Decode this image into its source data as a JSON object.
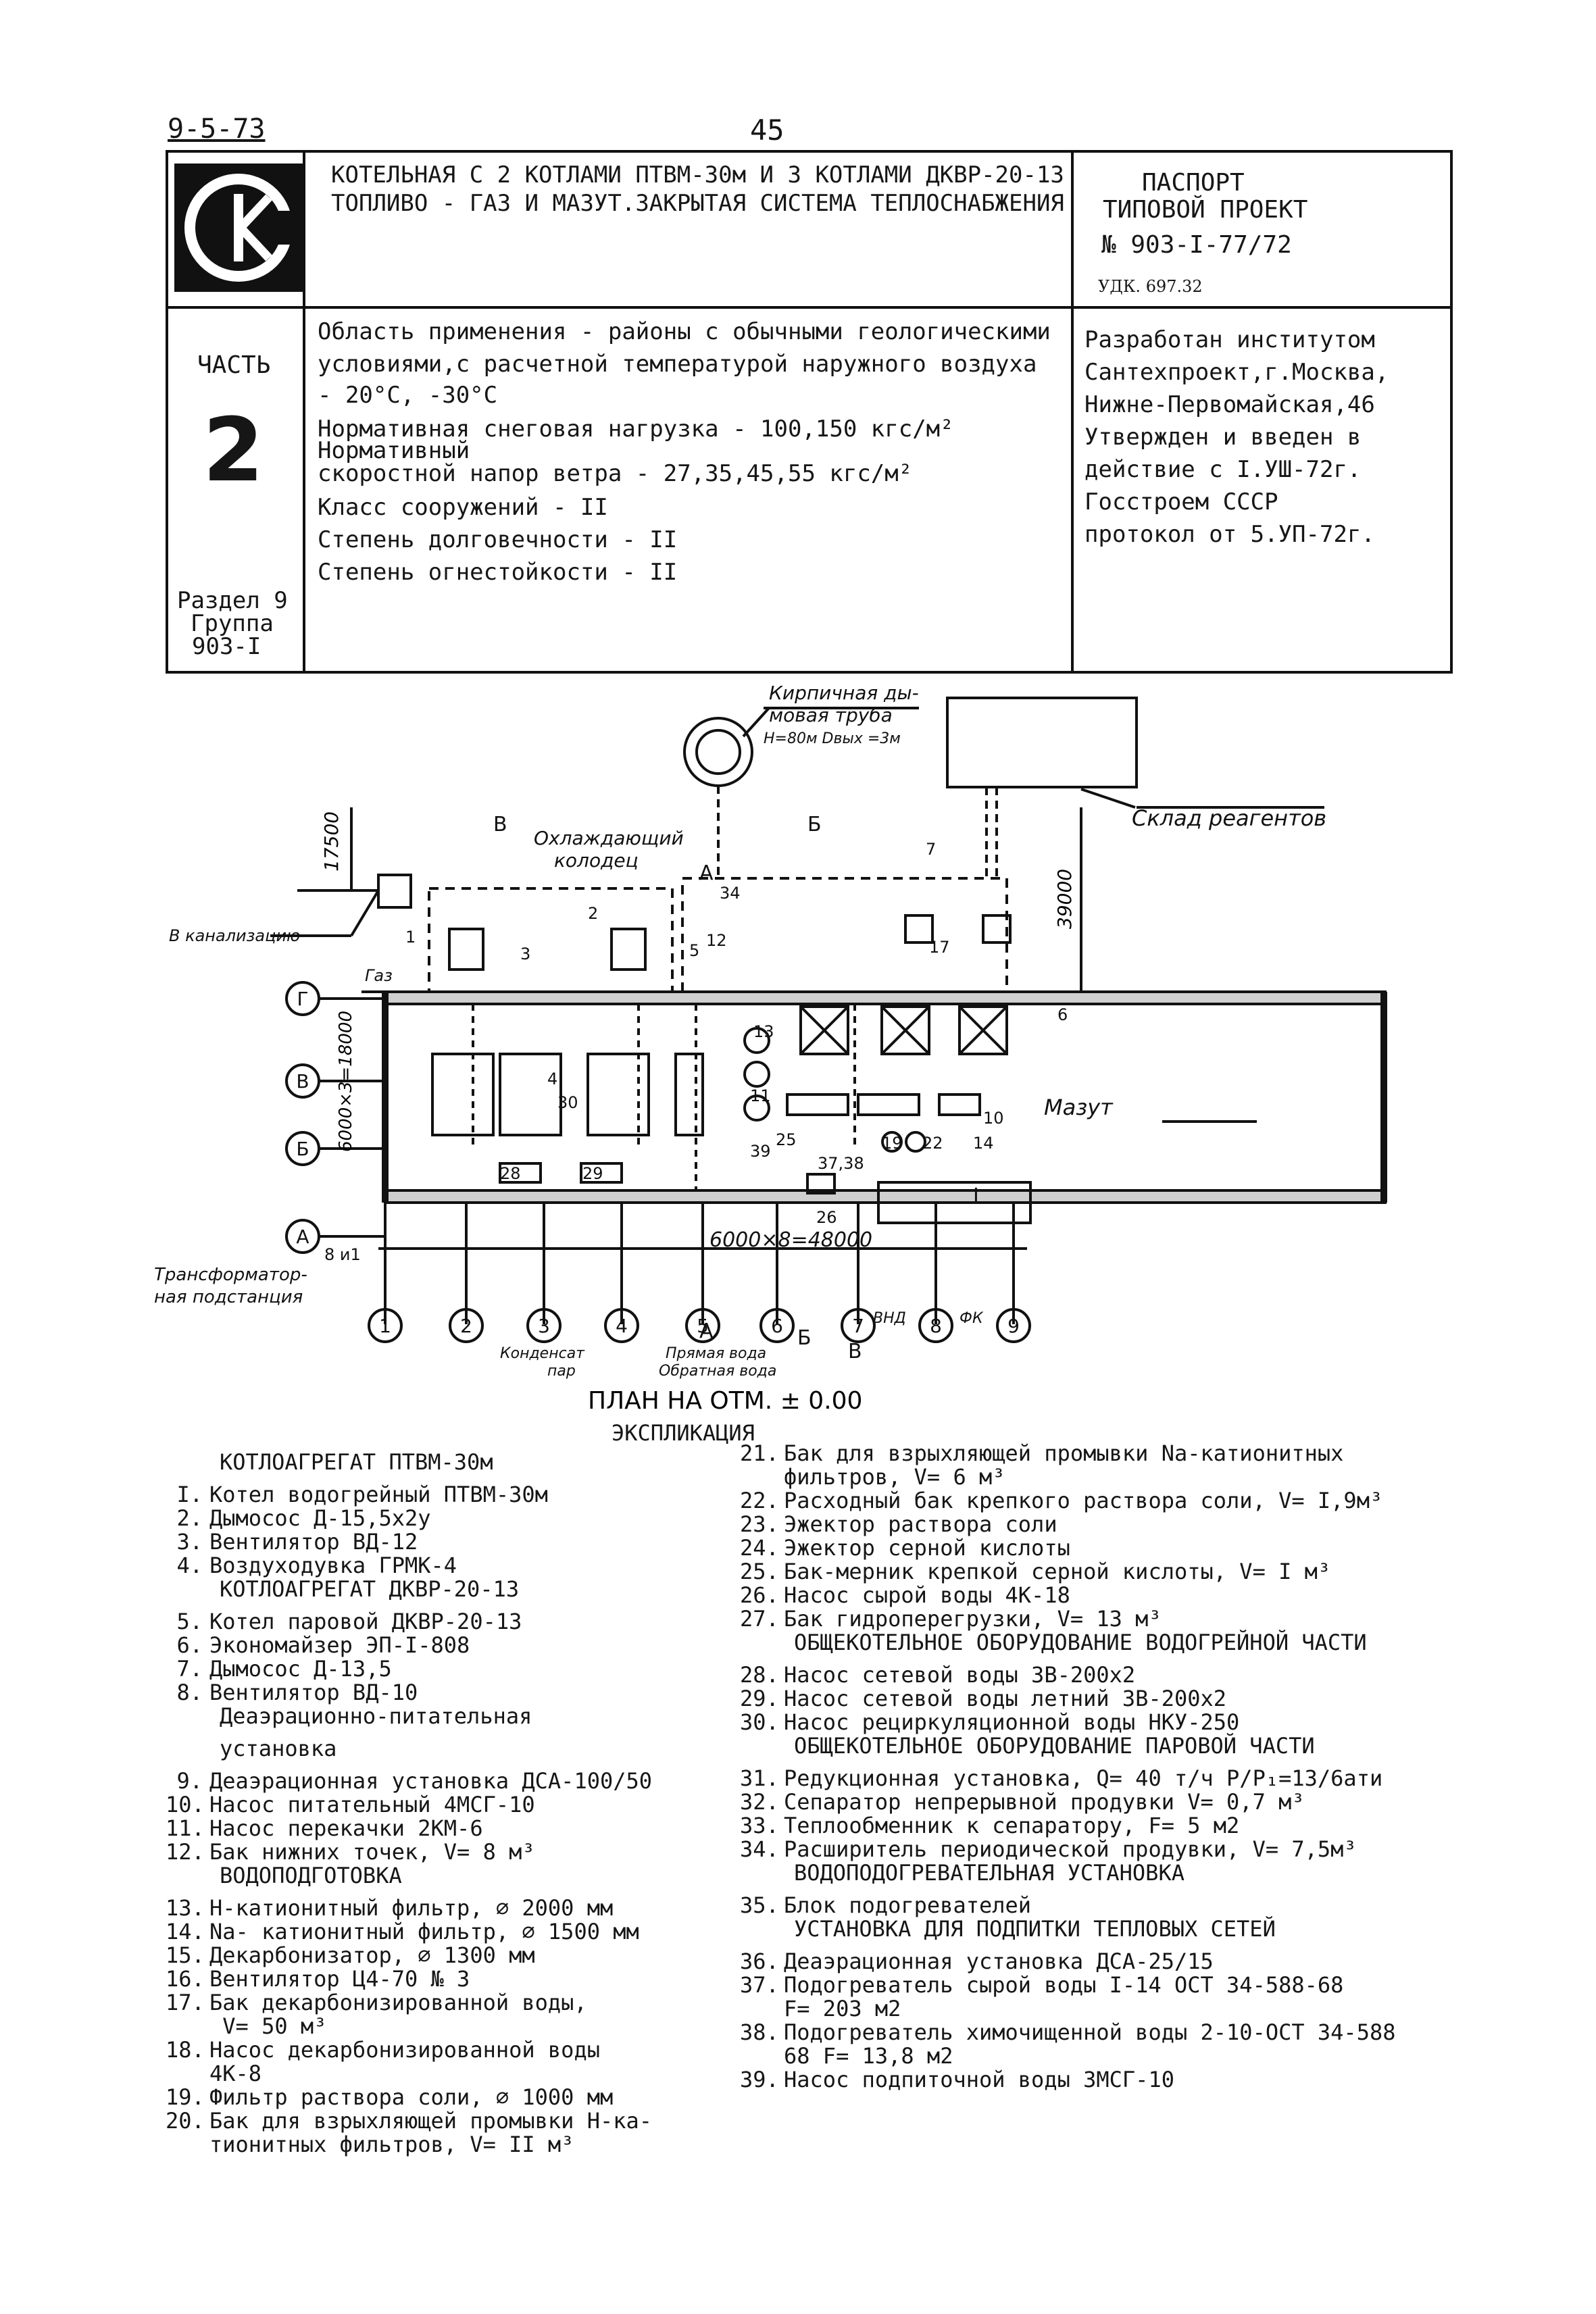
{
  "header": {
    "code": "9-5-73",
    "page": "45",
    "title_line1": "КОТЕЛЬНАЯ С 2 КОТЛАМИ ПТВМ-30м И 3 КОТЛАМИ ДКВР-20-13",
    "title_line2": "ТОПЛИВО - ГАЗ И МАЗУТ.ЗАКРЫТАЯ СИСТЕМА ТЕПЛОСНАБЖЕНИЯ",
    "passport": "ПАСПОРТ",
    "typical_project": "ТИПОВОЙ ПРОЕКТ",
    "project_no": "№ 903-I-77/72",
    "udk": "УДК. 697.32",
    "logo_text": "СК"
  },
  "left_col": {
    "part_label": "ЧАСТЬ",
    "part_number": "2",
    "section": "Раздел 9",
    "group": "Группа",
    "group_no": "903-I"
  },
  "conditions": {
    "l1": "Область применения - районы с обычными геологическими",
    "l2": "условиями,с расчетной температурой наружного воздуха",
    "l3": "- 20°С, -30°С",
    "l4": "Нормативная снеговая нагрузка   - 100,150 кгс/м²",
    "l5": "Нормативный",
    "l6": "скоростной напор ветра - 27,35,45,55 кгс/м²",
    "l7": "Класс сооружений    -  II",
    "l8": "Степень долговечности   -  II",
    "l9": "Степень огнестойкости   -  II"
  },
  "developer": {
    "l1": "Разработан институтом",
    "l2": "Сантехпроект,г.Москва,",
    "l3": "Нижне-Первомайская,46",
    "l4": "Утвержден и введен в",
    "l5": "действие с I.УШ-72г.",
    "l6": "Госстроем СССР",
    "l7": "протокол от 5.УП-72г."
  },
  "plan": {
    "chimney": "Кирпичная ды-",
    "chimney2": "мовая труба",
    "chimney3": "Н=80м Dвых =3м",
    "store": "Склад реагентов",
    "cooling": "Охлаждающий",
    "cooling2": "колодец",
    "sewer": "В канализацию",
    "gas": "Газ",
    "mazut": "Мазут",
    "transformer": "Трансформатор-",
    "transformer2": "ная подстанция",
    "dim_17500": "17500",
    "dim_39000": "39000",
    "dim_18000": "6000×3=18000",
    "dim_48000": "6000×8=48000",
    "cond": "Конденсат",
    "steam": "пар",
    "direct": "Прямая вода",
    "return": "Обратная вода",
    "vnd": "ВНД",
    "fk": "ФК",
    "caption": "ПЛАН НА ОТМ. ± 0.00",
    "axes_rows": [
      "Г",
      "В",
      "Б",
      "А"
    ],
    "axes_cols": [
      "1",
      "2",
      "3",
      "4",
      "5",
      "6",
      "7",
      "8",
      "9"
    ],
    "cut_labels": [
      "В",
      "Б",
      "А",
      "Б",
      "В",
      "А"
    ],
    "markers": [
      "1",
      "2",
      "3",
      "4",
      "5",
      "6",
      "7",
      "11",
      "12",
      "13",
      "14",
      "17",
      "19",
      "22",
      "25",
      "26",
      "28",
      "29",
      "30",
      "34",
      "37,38",
      "39",
      "10",
      "I",
      "8 и1"
    ]
  },
  "explication": {
    "title": "ЭКСПЛИКАЦИЯ",
    "left": [
      {
        "h": "КОТЛОАГРЕГАТ ПТВМ-30м"
      },
      {
        "n": "I.",
        "t": "Котел водогрейный ПТВМ-30м"
      },
      {
        "n": "2.",
        "t": "Дымосос Д-15,5х2у"
      },
      {
        "n": "3.",
        "t": "Вентилятор ВД-12"
      },
      {
        "n": "4.",
        "t": "Воздуходувка ГРМК-4"
      },
      {
        "h": "КОТЛОАГРЕГАТ ДКВР-20-13"
      },
      {
        "n": "5.",
        "t": "Котел паровой ДКВР-20-13"
      },
      {
        "n": "6.",
        "t": "Экономайзер ЭП-I-808"
      },
      {
        "n": "7.",
        "t": "Дымосос Д-13,5"
      },
      {
        "n": "8.",
        "t": "Вентилятор ВД-10"
      },
      {
        "h": "Деаэрационно-питательная"
      },
      {
        "h": "   установка"
      },
      {
        "n": "9.",
        "t": "Деаэрационная установка ДСА-100/50"
      },
      {
        "n": "10.",
        "t": "Насос питательный 4МСГ-10"
      },
      {
        "n": "11.",
        "t": "Насос перекачки 2КМ-6"
      },
      {
        "n": "12.",
        "t": "Бак нижних точек,  V= 8 м³"
      },
      {
        "h": "ВОДОПОДГОТОВКА"
      },
      {
        "n": "13.",
        "t": "Н-катионитный фильтр, ∅ 2000 мм"
      },
      {
        "n": "14.",
        "t": "Na- катионитный фильтр, ∅ 1500 мм"
      },
      {
        "n": "15.",
        "t": "Декарбонизатор, ∅ 1300 мм"
      },
      {
        "n": "16.",
        "t": "Вентилятор Ц4-70 № 3"
      },
      {
        "n": "17.",
        "t": "Бак декарбонизированной воды,"
      },
      {
        "t": "            V= 50 м³"
      },
      {
        "n": "18.",
        "t": "Насос декарбонизированной воды"
      },
      {
        "t": "4К-8"
      },
      {
        "n": "19.",
        "t": "Фильтр раствора соли, ∅ 1000 мм"
      },
      {
        "n": "20.",
        "t": "Бак для взрыхляющей промывки Н-ка-"
      },
      {
        "t": "тионитных фильтров,  V= II м³"
      }
    ],
    "right": [
      {
        "n": "21.",
        "t": "Бак для взрыхляющей промывки Na-катионитных"
      },
      {
        "t": "фильтров,  V= 6 м³"
      },
      {
        "n": "22.",
        "t": "Расходный бак крепкого раствора соли,  V= I,9м³"
      },
      {
        "n": "23.",
        "t": "Эжектор раствора соли"
      },
      {
        "n": "24.",
        "t": "Эжектор серной кислоты"
      },
      {
        "n": "25.",
        "t": "Бак-мерник крепкой серной кислоты,  V= I м³"
      },
      {
        "n": "26.",
        "t": "Насос сырой воды 4К-18"
      },
      {
        "n": "27.",
        "t": "Бак гидроперегрузки,     V= 13 м³"
      },
      {
        "h": "ОБЩЕКОТЕЛЬНОЕ ОБОРУДОВАНИЕ ВОДОГРЕЙНОЙ ЧАСТИ"
      },
      {
        "n": "28.",
        "t": "Насос сетевой воды 3В-200х2"
      },
      {
        "n": "29.",
        "t": "Насос сетевой воды летний 3В-200х2"
      },
      {
        "n": "30.",
        "t": "Насос рециркуляционной воды НКУ-250"
      },
      {
        "h": "ОБЩЕКОТЕЛЬНОЕ ОБОРУДОВАНИЕ ПАРОВОЙ ЧАСТИ"
      },
      {
        "n": "31.",
        "t": "Редукционная установка, Q= 40 т/ч P/P₁=13/6ати"
      },
      {
        "n": "32.",
        "t": "Сепаратор непрерывной продувки  V= 0,7 м³"
      },
      {
        "n": "33.",
        "t": "Теплообменник к сепаратору,    F= 5 м2"
      },
      {
        "n": "34.",
        "t": "Расширитель периодической продувки,  V= 7,5м³"
      },
      {
        "h": "ВОДОПОДОГРЕВАТЕЛЬНАЯ УСТАНОВКА"
      },
      {
        "n": "35.",
        "t": "Блок подогревателей"
      },
      {
        "h": "УСТАНОВКА ДЛЯ ПОДПИТКИ ТЕПЛОВЫХ СЕТЕЙ"
      },
      {
        "n": "36.",
        "t": "Деаэрационная установка ДСА-25/15"
      },
      {
        "n": "37.",
        "t": "Подогреватель сырой воды I-14 ОСТ 34-588-68"
      },
      {
        "t": "F= 203 м2"
      },
      {
        "n": "38.",
        "t": "Подогреватель химочищенной воды 2-10-ОСТ 34-588"
      },
      {
        "t": "68  F= 13,8 м2"
      },
      {
        "n": "39.",
        "t": "Насос подпиточной воды ЗМСГ-10"
      }
    ]
  }
}
